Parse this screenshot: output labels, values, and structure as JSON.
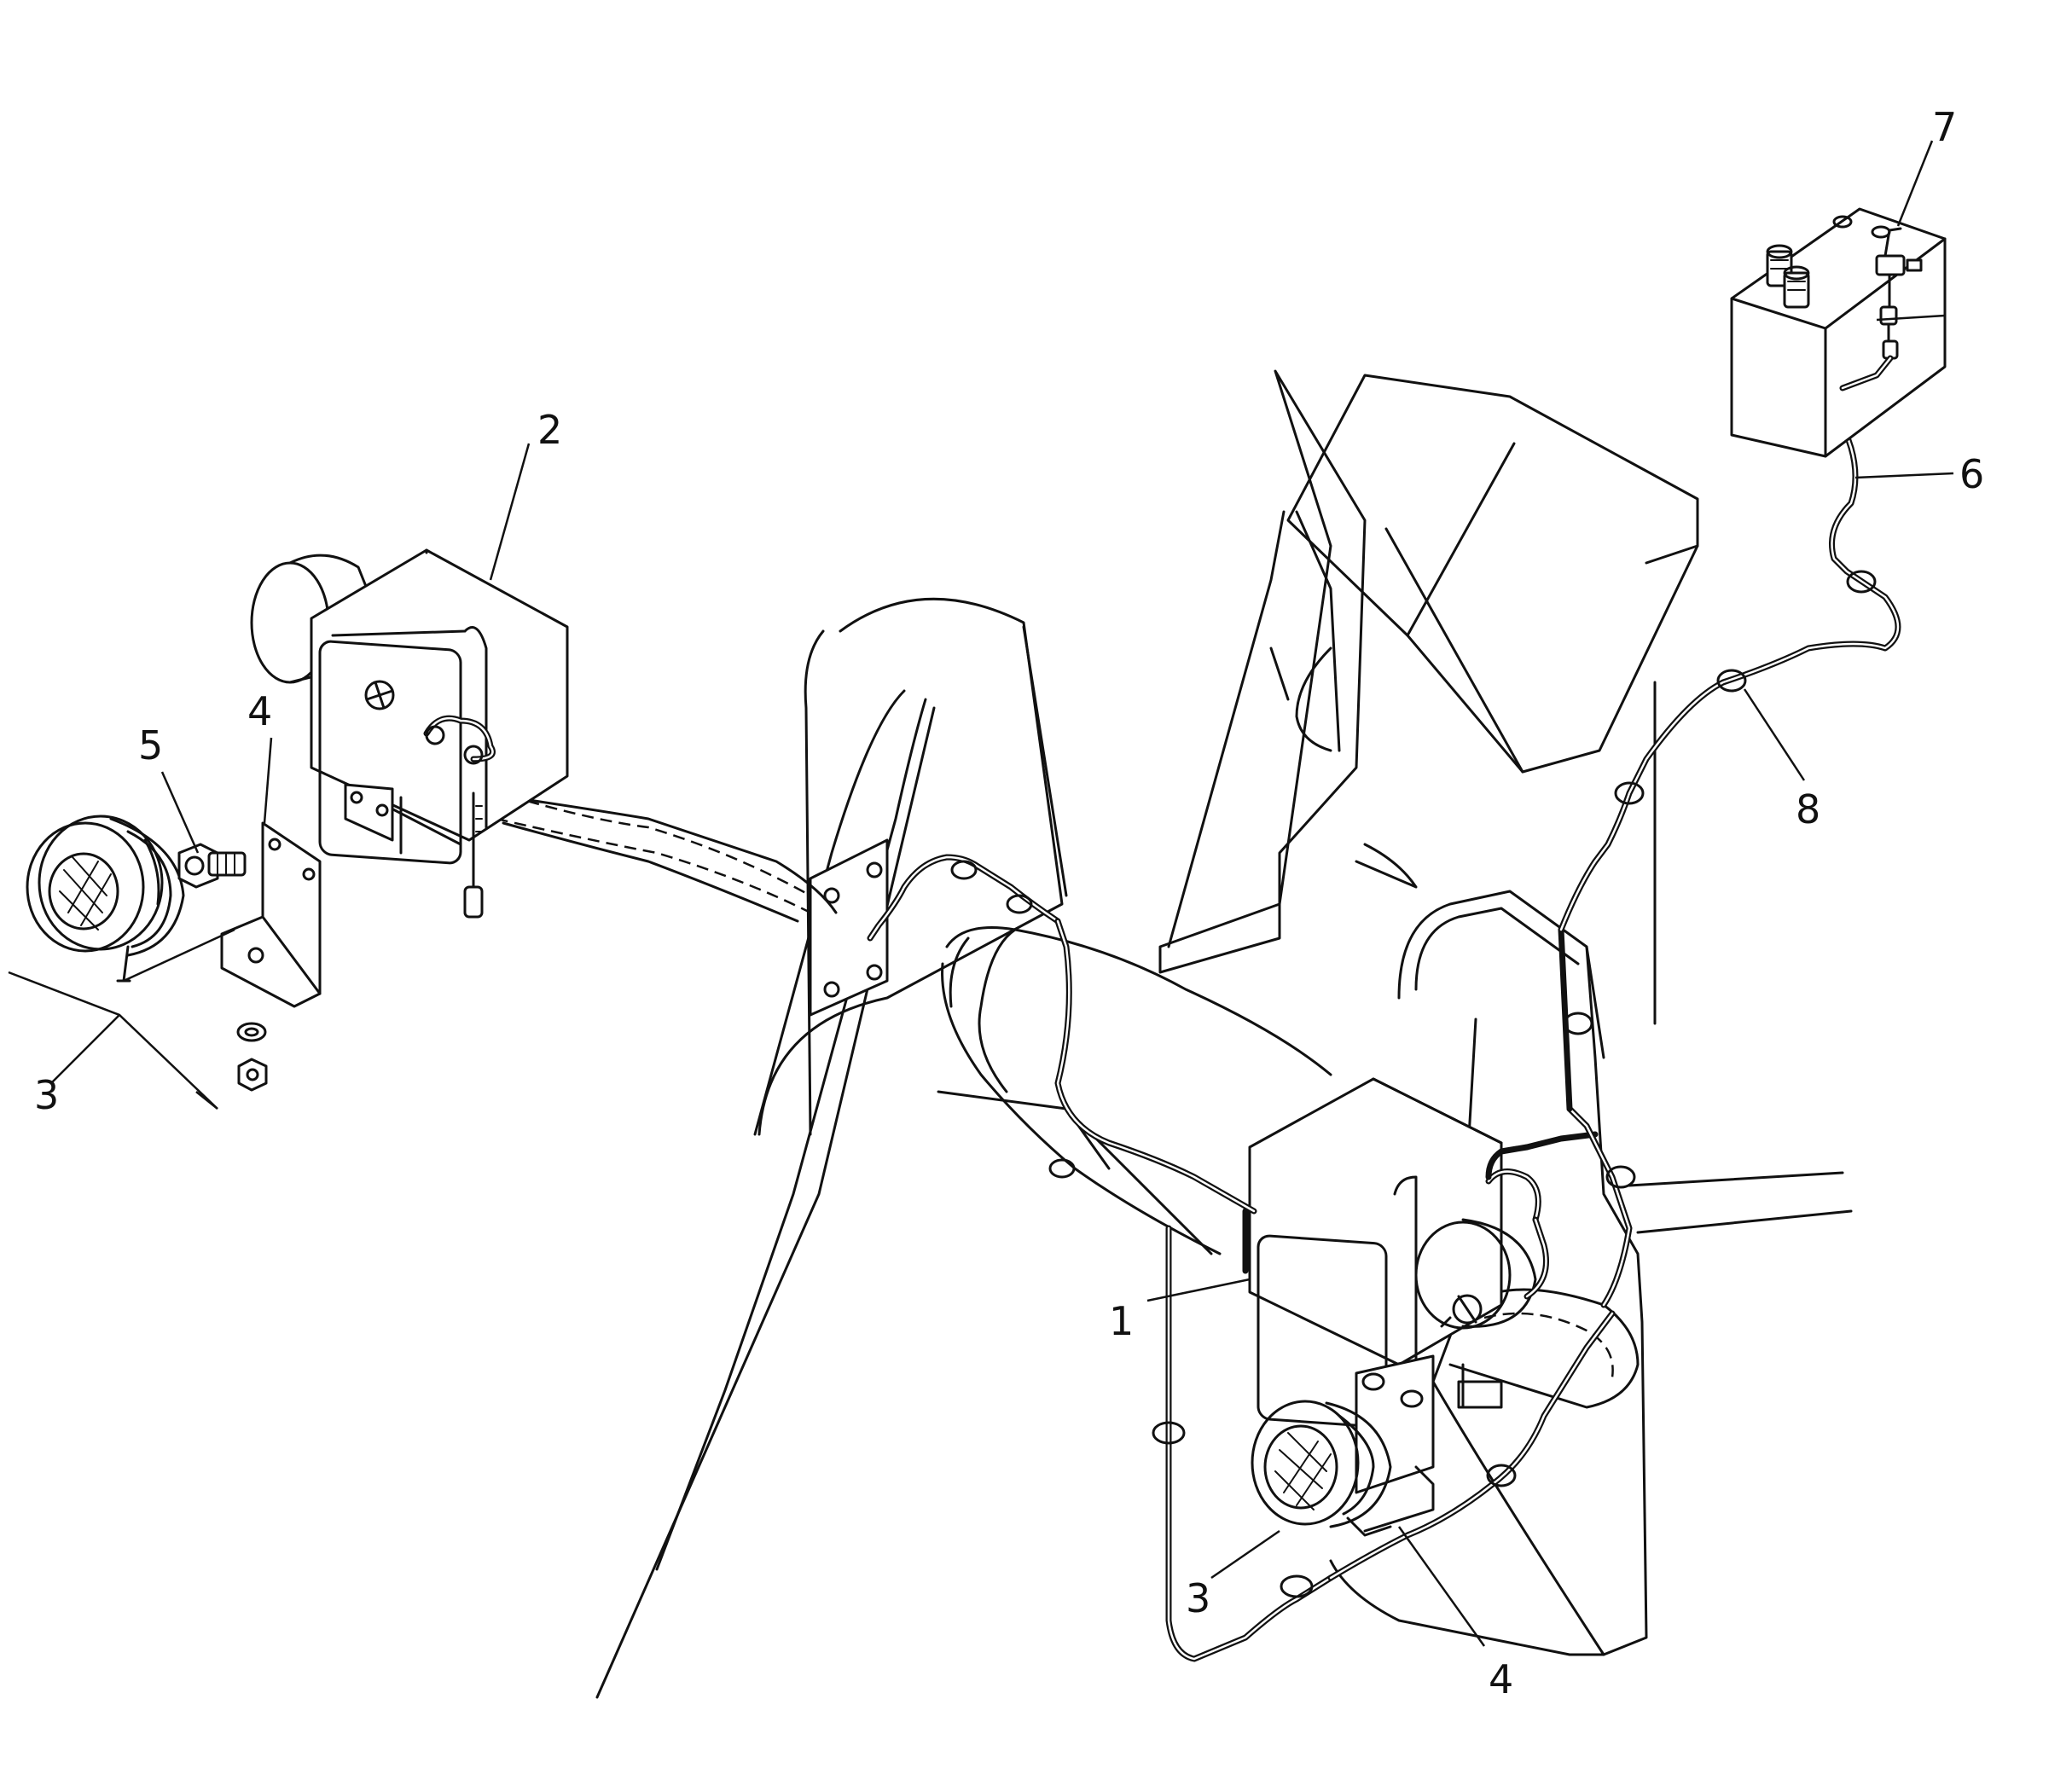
{
  "callouts": {
    "c1": "1",
    "c2": "2",
    "c3a": "3",
    "c3b": "3",
    "c4a": "4",
    "c4b": "4",
    "c5": "5",
    "c6": "6",
    "c7": "7",
    "c8": "8"
  }
}
